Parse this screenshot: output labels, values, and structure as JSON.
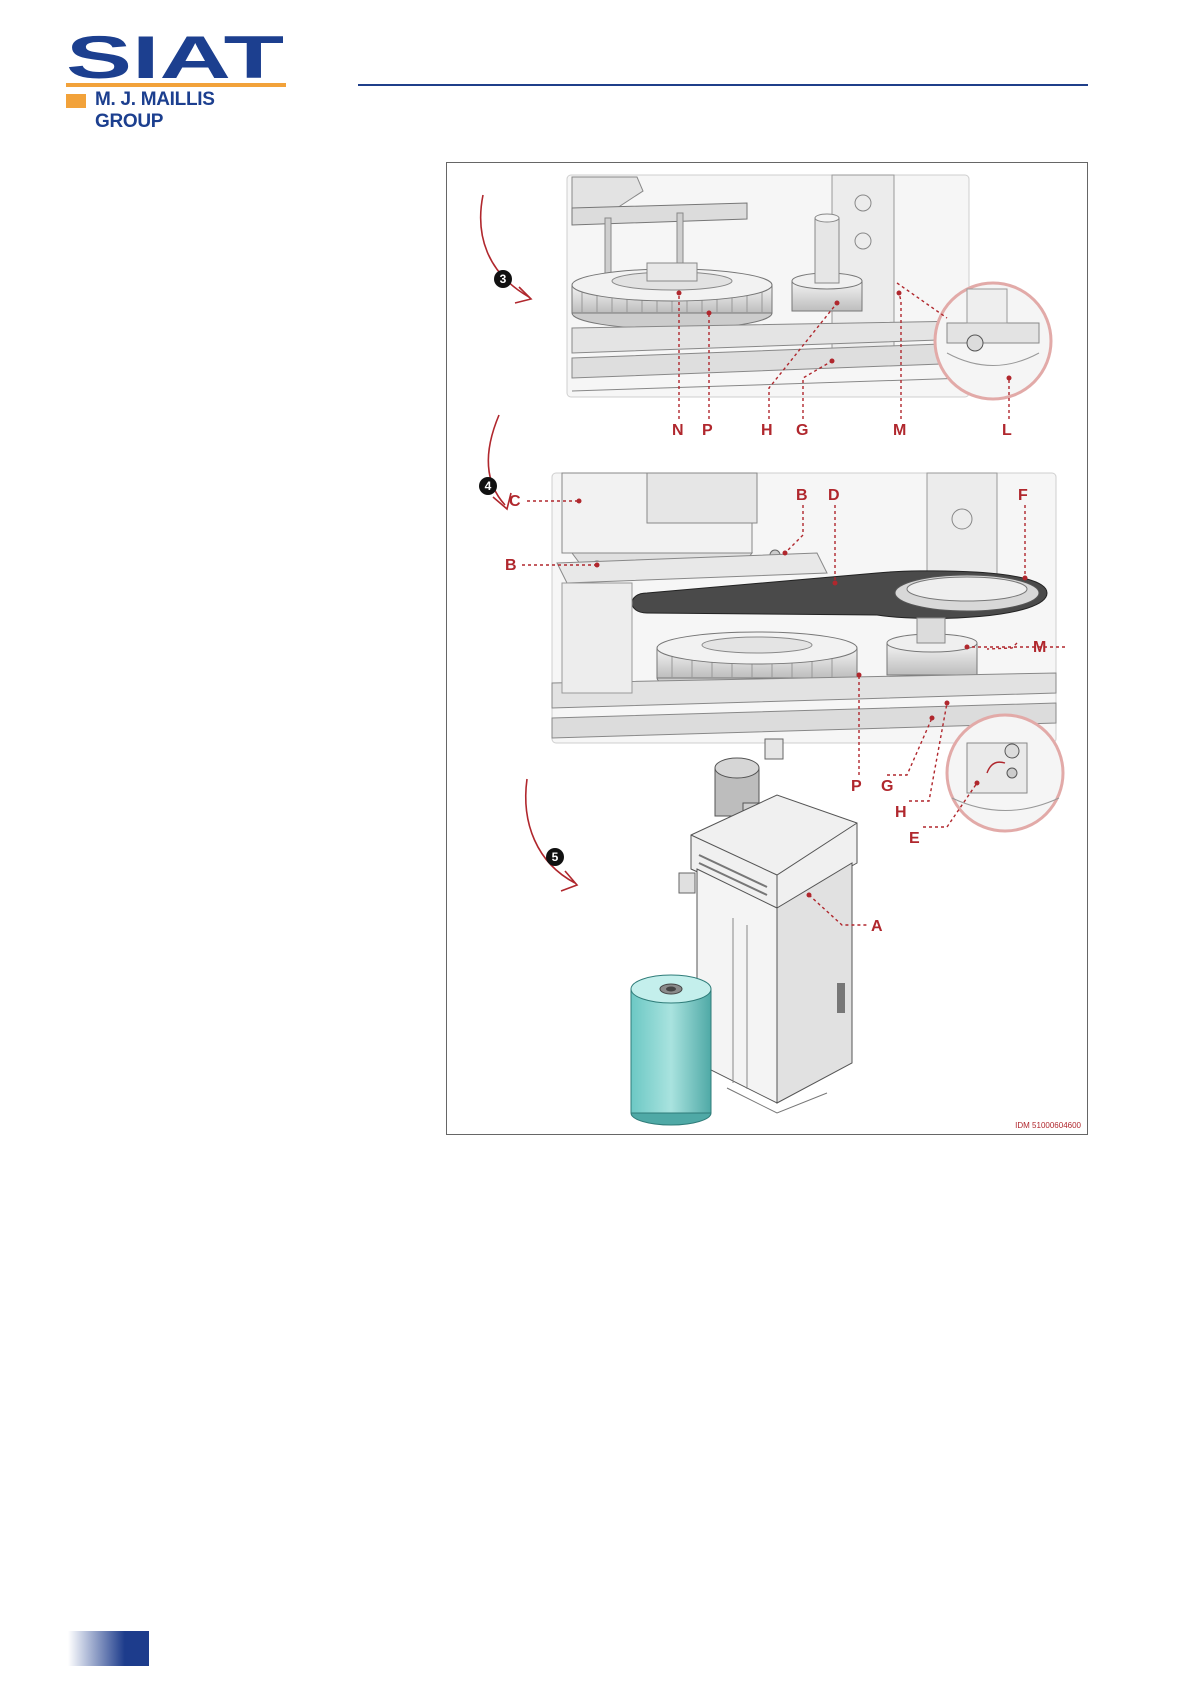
{
  "logo": {
    "wordmark": "SIAT",
    "group": "M. J. MAILLIS GROUP"
  },
  "figure": {
    "id": "IDM 51000604600",
    "steps": [
      "3",
      "4",
      "5"
    ],
    "panel3_labels": [
      "N",
      "P",
      "H",
      "G",
      "M",
      "L"
    ],
    "panel4_labels": [
      "C",
      "B",
      "B",
      "D",
      "F",
      "M",
      "P",
      "G",
      "H",
      "E"
    ],
    "panel5_labels": [
      "A"
    ]
  },
  "colors": {
    "brand_blue": "#1c3f8f",
    "brand_orange": "#f2a23a",
    "callout_red": "#b0272d"
  }
}
